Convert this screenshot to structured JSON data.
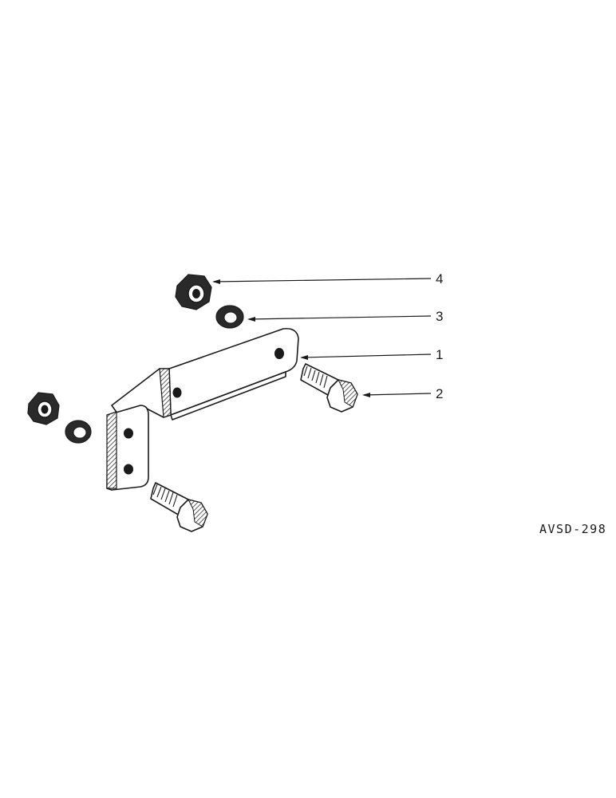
{
  "diagram": {
    "callouts": [
      {
        "id": "callout-4",
        "text": "4"
      },
      {
        "id": "callout-3",
        "text": "3"
      },
      {
        "id": "callout-1",
        "text": "1"
      },
      {
        "id": "callout-2",
        "text": "2"
      }
    ],
    "figure_id": "AVSD-298",
    "parts": {
      "bracket": "bracket-icon",
      "bolt": "hex-bolt-icon",
      "nut": "hex-nut-icon",
      "washer": "lock-washer-icon"
    },
    "colors": {
      "ink": "#1a1a1a",
      "background": "#ffffff"
    }
  }
}
